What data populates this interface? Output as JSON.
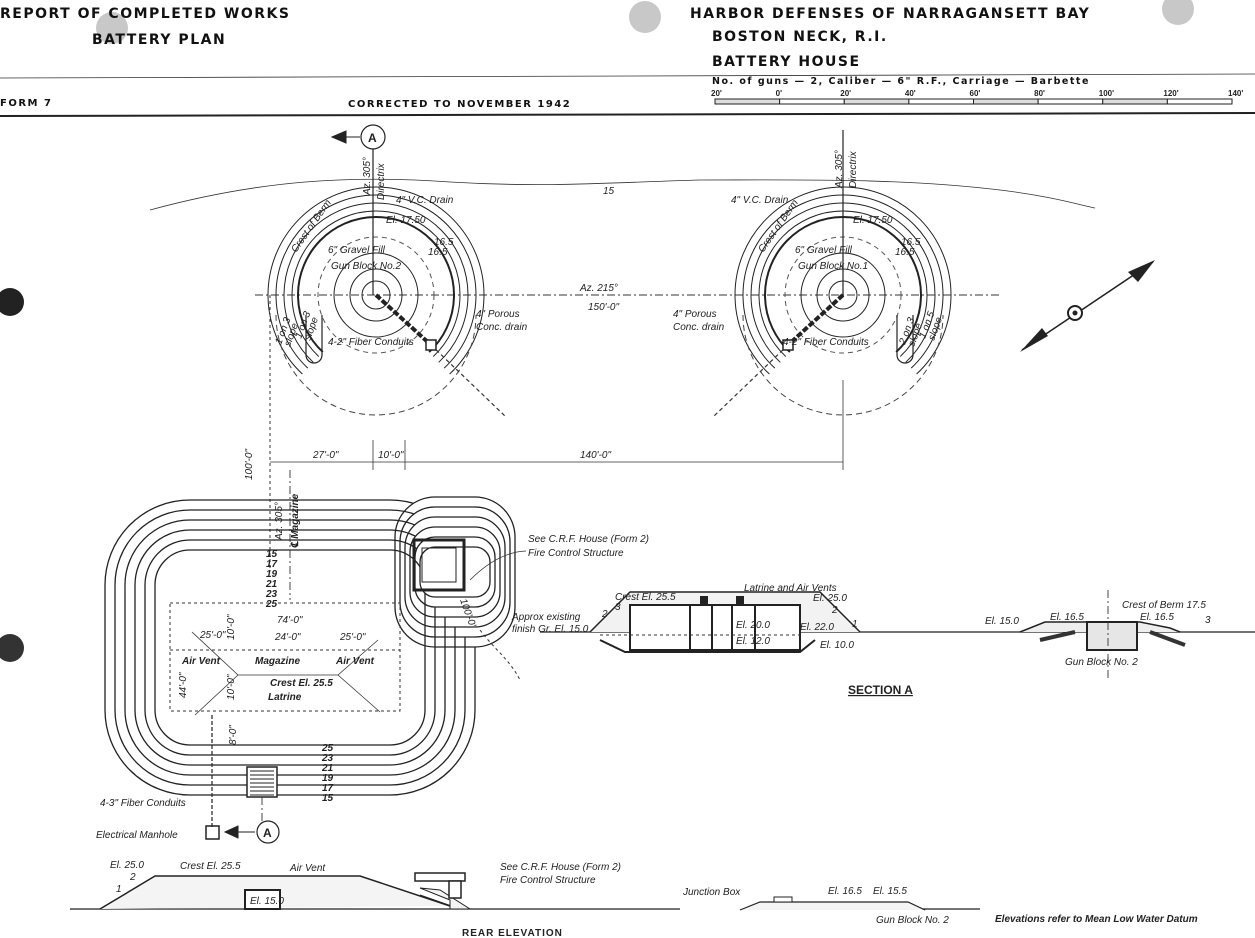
{
  "header": {
    "report_title": "REPORT OF COMPLETED WORKS",
    "plan_title": "BATTERY PLAN",
    "form": "FORM 7",
    "corrected": "CORRECTED TO NOVEMBER 1942",
    "defense": "HARBOR DEFENSES OF NARRAGANSETT BAY",
    "location": "BOSTON NECK, R.I.",
    "battery": "BATTERY HOUSE",
    "specs": "No. of guns — 2,  Caliber — 6\" R.F.,  Carriage — Barbette"
  },
  "scale_bar": {
    "labels": [
      "20'",
      "0'",
      "20'",
      "40'",
      "60'",
      "80'",
      "100'",
      "120'",
      "140'"
    ]
  },
  "plan": {
    "section_marker": "A",
    "azimuth_directrix": "Az. 305°",
    "directrix": "Directrix",
    "contour_15": "15",
    "az_between": "Az. 215°",
    "distance_between": "150'-0\"",
    "gun2": {
      "drain": "4\" V.C. Drain",
      "crest": "Crest of Berm",
      "el": "El. 17.50",
      "el2": "16.5",
      "el3": "16.5",
      "gravel": "6\" Gravel Fill",
      "block": "Gun Block No.2",
      "porous": "4\" Porous",
      "porous2": "Conc. drain",
      "conduits": "4-2\" Fiber Conduits",
      "slope1": "1 on 3",
      "slope1b": "slope",
      "slope2": "1 on 3",
      "slope2b": "slope"
    },
    "gun1": {
      "drain": "4\" V.C. Drain",
      "crest": "Crest of Berm",
      "el": "El. 17.50",
      "el2": "16.5",
      "el3": "16.5",
      "gravel": "6\" Gravel Fill",
      "block": "Gun Block No.1",
      "porous": "4\" Porous",
      "porous2": "Conc. drain",
      "conduits": "4-2\" Fiber Conduits",
      "slope1": "2 on 3",
      "slope1b": "slope",
      "slope2": "1 on 5",
      "slope2b": "slope"
    },
    "dim_100": "100'-0\"",
    "dim_27": "27'-0\"",
    "dim_10": "10'-0\"",
    "dim_140": "140'-0\"",
    "mag_az": "Az. 305°",
    "mag_cl": "℄ Magazine"
  },
  "magazine": {
    "contours_top": [
      "15",
      "17",
      "19",
      "21",
      "23",
      "25"
    ],
    "contours_bottom": [
      "25",
      "23",
      "21",
      "19",
      "17",
      "15"
    ],
    "crf_note": "See C.R.F. House (Form 2)",
    "fcs": "Fire Control Structure",
    "dim_74": "74'-0\"",
    "dim_25a": "25'-0\"",
    "dim_24": "24'-0\"",
    "dim_25b": "25'-0\"",
    "dim_44": "44'-0\"",
    "dim_10a": "10'-0\"",
    "dim_10b": "10'-0\"",
    "dim_8": "8'-0\"",
    "air_vent_left": "Air Vent",
    "magazine": "Magazine",
    "air_vent_right": "Air  Vent",
    "crest": "Crest El. 25.5",
    "latrine": "Latrine",
    "radius": "100'-0\"",
    "conduits": "4-3\" Fiber Conduits",
    "manhole": "Electrical Manhole",
    "marker": "A"
  },
  "section_a": {
    "title": "SECTION  A",
    "approx": "Approx existing",
    "finish": "finish Gr.  El. 15.0",
    "crest": "Crest El. 25.5",
    "latrine": "Latrine and Air Vents",
    "el250": "El. 25.0",
    "el200": "El. 20.0",
    "el120": "El. 12.0",
    "el220": "El. 22.0",
    "el100": "El. 10.0",
    "slope_l1": "2",
    "slope_l2": "3",
    "slope_r1": "2",
    "slope_r2": "1",
    "el150": "El. 15.0",
    "el165a": "El. 16.5",
    "el165b": "El. 16.5",
    "berm": "Crest of Berm  17.5",
    "block": "Gun Block  No. 2",
    "slope3": "3"
  },
  "rear_elevation": {
    "title": "REAR   ELEVATION",
    "el250": "El. 25.0",
    "slope1": "2",
    "slope2": "1",
    "crest": "Crest  El. 25.5",
    "air_vent": "Air Vent",
    "crf_note": "See C.R.F. House (Form 2)",
    "fcs": "Fire Control Structure",
    "door": "El. 15.0"
  },
  "gun_elevation": {
    "junction": "Junction Box",
    "el165": "El. 16.5",
    "el155": "El. 15.5",
    "block": "Gun Block  No. 2",
    "datum_note": "Elevations refer to Mean  Low Water  Datum"
  }
}
